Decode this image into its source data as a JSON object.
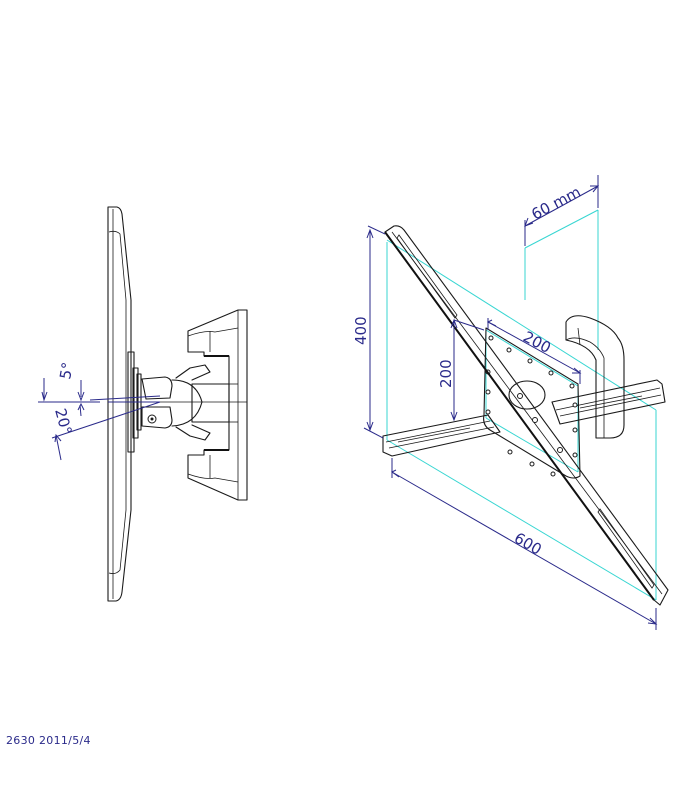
{
  "drawing": {
    "subject": "TV wall mount bracket technical drawing",
    "side_view": {
      "tilt_up_label": "5°",
      "tilt_down_label": "20°"
    },
    "iso_view": {
      "depth_label": "60 mm",
      "outer_height_label": "400",
      "inner_height_label": "200",
      "inner_width_label": "200",
      "outer_width_label": "600"
    },
    "colors": {
      "line": "#1a1a1a",
      "dimension": "#2a2a8a",
      "construction": "#38d6d2",
      "background": "#ffffff"
    }
  },
  "footer": {
    "text": "2630  2011/5/4"
  }
}
